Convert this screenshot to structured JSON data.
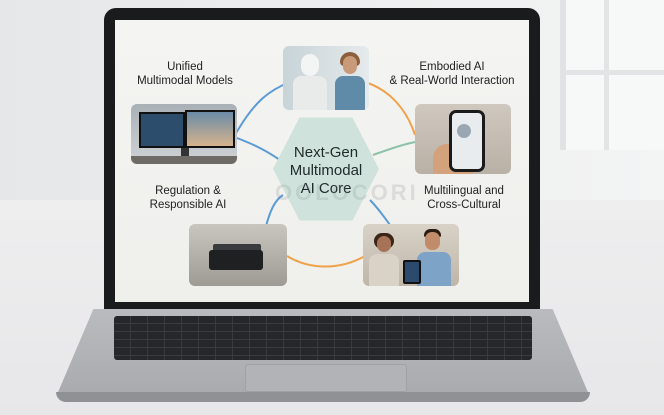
{
  "diagram": {
    "center": {
      "line1": "Next-Gen",
      "line2": "Multimodal",
      "line3": "AI Core"
    },
    "nodes": [
      {
        "id": "unified",
        "line1": "Unified",
        "line2": "Multimodal Models",
        "image": "monitors-photo"
      },
      {
        "id": "embodied",
        "line1": "Embodied AI",
        "line2": "& Real-World Interaction",
        "image": "robot-photo"
      },
      {
        "id": "regulation",
        "line1": "Regulation &",
        "line2": "Responsible AI",
        "image": "device-box-photo"
      },
      {
        "id": "multilingual",
        "line1": "Multilingual and",
        "line2": "Cross-Cultural",
        "image": "people-photo"
      }
    ],
    "connector_colors": {
      "blue": "#5b9bd5",
      "orange": "#f0a24b",
      "green": "#8cc3a8"
    },
    "watermark": "OOLOCORI"
  }
}
